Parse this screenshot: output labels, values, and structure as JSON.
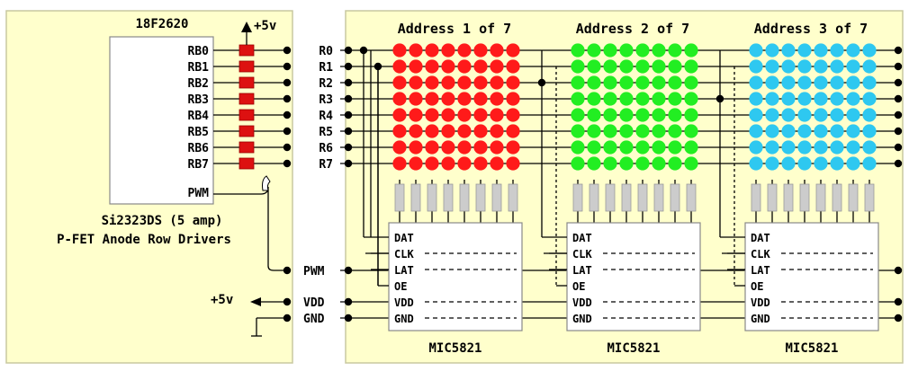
{
  "colors": {
    "panel": "#ffffcc",
    "panel_border": "#c8c8a0",
    "wire": "#000000",
    "red_led": "#ff1a1a",
    "green_led": "#22ee22",
    "blue_led": "#2ec8f0",
    "fet": "#dd1111",
    "resistor": "#cccccc"
  },
  "mcu": {
    "name": "18F2620",
    "pins": [
      "RB0",
      "RB1",
      "RB2",
      "RB3",
      "RB4",
      "RB5",
      "RB6",
      "RB7"
    ],
    "pwm_pin": "PWM"
  },
  "supply_label": "+5v",
  "driver_caption": {
    "line1": "Si2323DS (5 amp)",
    "line2": "P-FET Anode Row Drivers"
  },
  "rows": [
    "R0",
    "R1",
    "R2",
    "R3",
    "R4",
    "R5",
    "R6",
    "R7"
  ],
  "bus": {
    "pwm": "PWM",
    "vdd": "VDD",
    "gnd": "GND",
    "vdd_arrow_label": "+5v"
  },
  "modules": [
    {
      "title": "Address 1 of 7",
      "chip": "MIC5821",
      "led_color": "red"
    },
    {
      "title": "Address 2 of 7",
      "chip": "MIC5821",
      "led_color": "green"
    },
    {
      "title": "Address 3 of 7",
      "chip": "MIC5821",
      "led_color": "blue"
    }
  ],
  "chip_pins": [
    "DAT",
    "CLK",
    "LAT",
    "OE",
    "VDD",
    "GND"
  ]
}
